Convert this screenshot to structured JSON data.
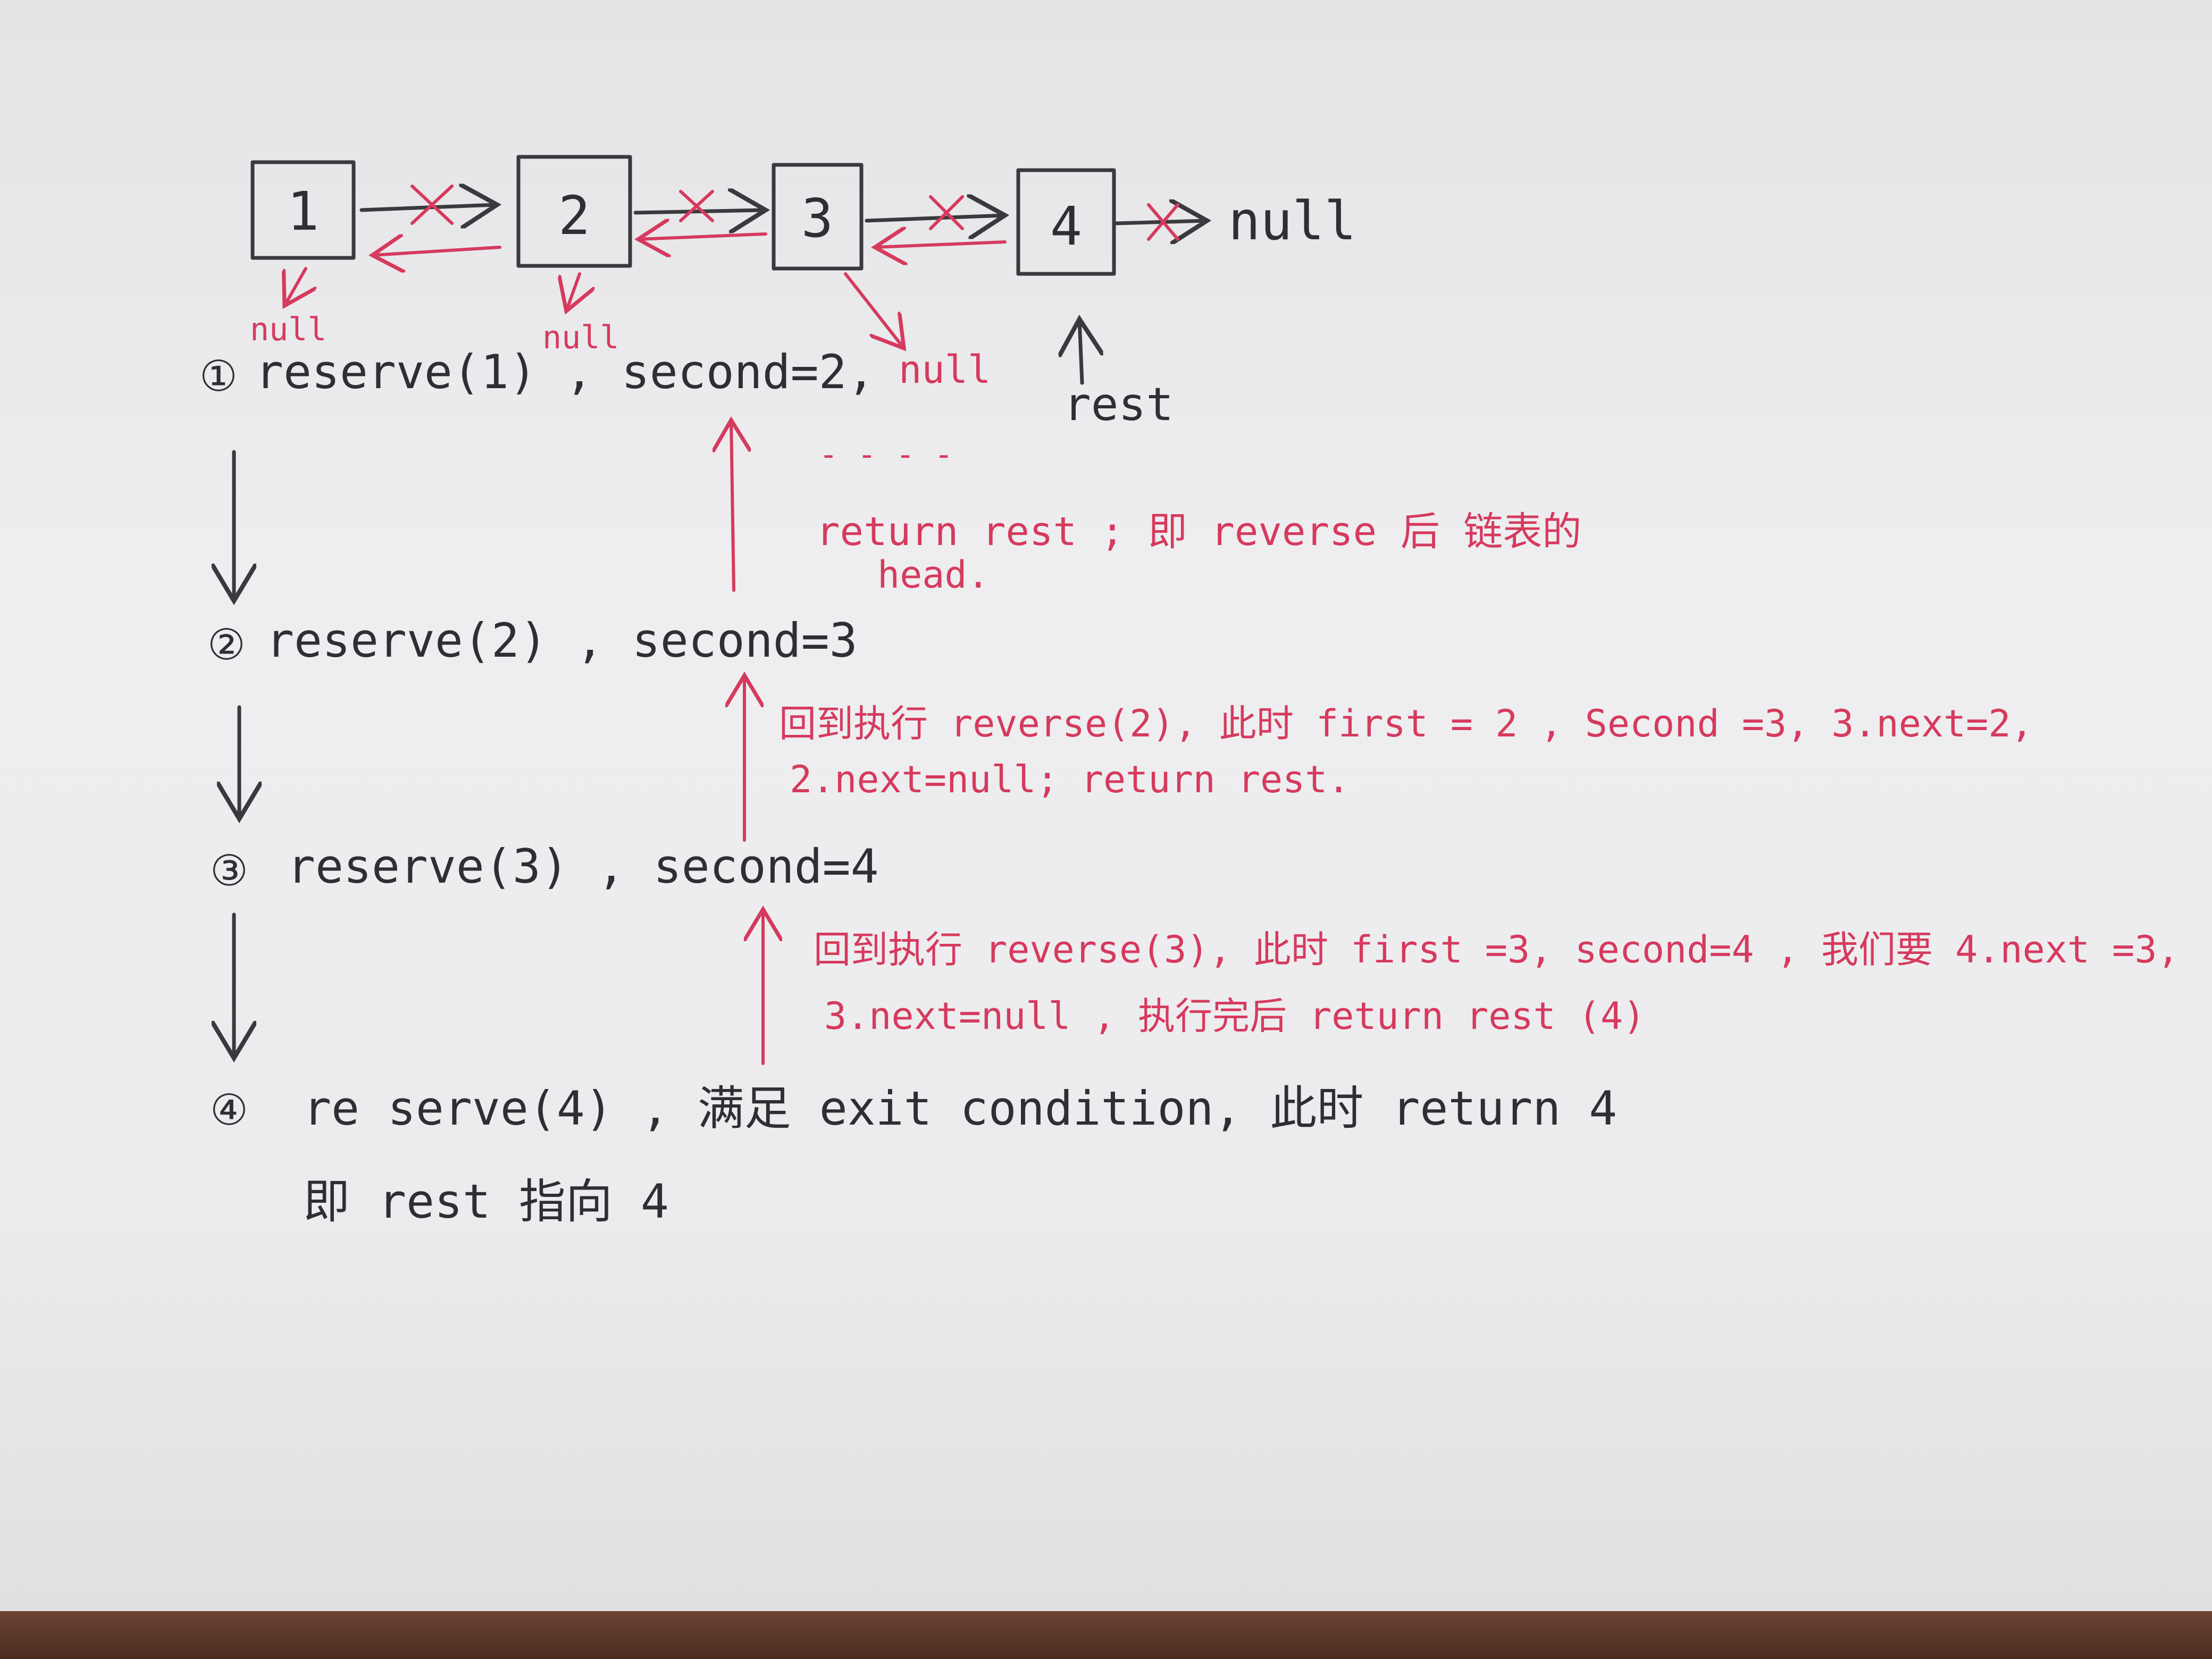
{
  "nodes": [
    {
      "label": "1"
    },
    {
      "label": "2"
    },
    {
      "label": "3"
    },
    {
      "label": "4"
    }
  ],
  "null_labels": {
    "tail": "null",
    "node1": "null",
    "node2": "null",
    "node3": "null"
  },
  "rest_pointer": {
    "label": "rest"
  },
  "steps": [
    {
      "marker": "①",
      "text": "reserve(1)  ,  second=2,"
    },
    {
      "marker": "②",
      "text": "reserve(2)  ,  second=3"
    },
    {
      "marker": "③",
      "text": "reserve(3) ,   second=4"
    },
    {
      "marker": "④",
      "text": "re serve(4) , 满足 exit condition, 此时 return 4"
    }
  ],
  "step4_line2": "即 rest 指向 4",
  "notes": {
    "dashes": "- - - -",
    "note1_line1": "return rest ; 即 reverse 后 链表的",
    "note1_line2": "head.",
    "note2_line1": "回到执行 reverse(2), 此时 first = 2 , Second =3, 3.next=2,",
    "note2_line2": "2.next=null;  return rest.",
    "note3_line1": "回到执行 reverse(3), 此时 first =3, second=4 , 我们要 4.next =3,",
    "note3_line2": "3.next=null , 执行完后 return rest (4)"
  },
  "colors": {
    "ink": "#2f2f33",
    "red_ink": "#d63a5e",
    "paper": "#ececee"
  }
}
